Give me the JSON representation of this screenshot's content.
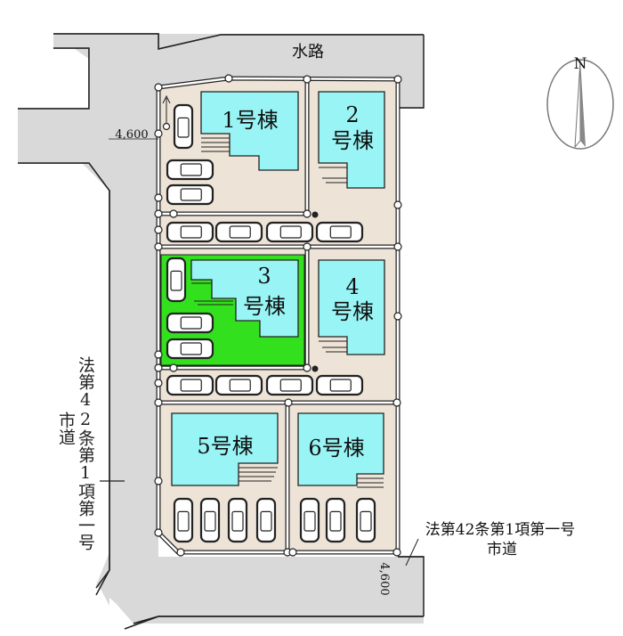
{
  "map": {
    "waterway_label": "水路",
    "road_width_top": "4,600",
    "road_width_bottom": "4,600",
    "left_road_label": "法第42条第1項第一号",
    "left_road_sub": "市道",
    "bottom_road_label": "法第42条第1項第一号",
    "bottom_road_sub": "市道",
    "compass_label": "N"
  },
  "lots": [
    {
      "id": "1",
      "label": "1号棟"
    },
    {
      "id": "2",
      "label_num": "2",
      "label_suffix": "号棟"
    },
    {
      "id": "3",
      "label_num": "3",
      "label_suffix": "号棟",
      "highlighted": true
    },
    {
      "id": "4",
      "label_num": "4",
      "label_suffix": "号棟"
    },
    {
      "id": "5",
      "label": "5号棟"
    },
    {
      "id": "6",
      "label": "6号棟"
    }
  ],
  "colors": {
    "road": "#d9d9d9",
    "lot": "#ede3d6",
    "building": "#99f5f5",
    "highlight": "#33e01e"
  }
}
